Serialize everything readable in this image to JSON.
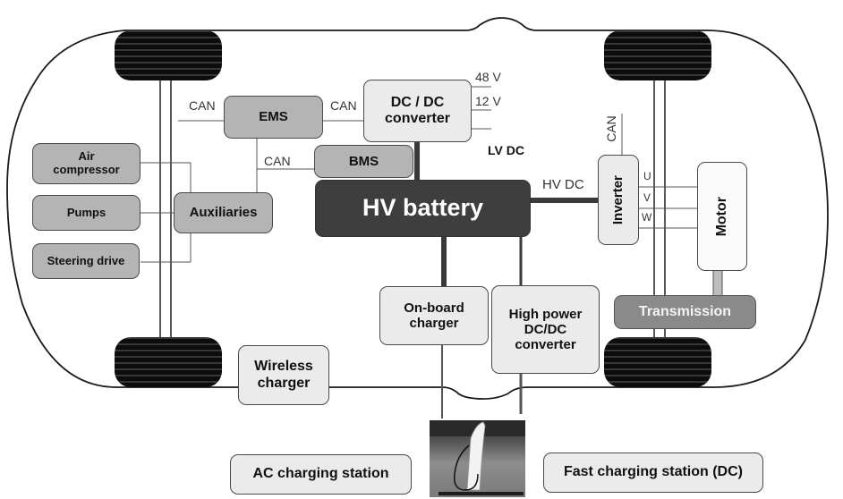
{
  "diagram": {
    "title": "Electric vehicle electrical architecture",
    "central": {
      "hv_battery": "HV battery"
    },
    "control_units": {
      "ems": "EMS",
      "bms": "BMS",
      "dcdc": [
        "DC / DC",
        "converter"
      ]
    },
    "auxiliaries": {
      "hub": "Auxiliaries",
      "items": [
        {
          "label": [
            "Air",
            "compressor"
          ]
        },
        {
          "label": [
            "Pumps"
          ]
        },
        {
          "label": [
            "Steering drive"
          ]
        }
      ]
    },
    "drivetrain": {
      "inverter": "Inverter",
      "motor": "Motor",
      "transmission": "Transmission",
      "phases": [
        "U",
        "V",
        "W"
      ]
    },
    "charging": {
      "onboard": [
        "On-board",
        "charger"
      ],
      "high_power": [
        "High power",
        "DC/DC",
        "converter"
      ],
      "wireless": [
        "Wireless",
        "charger"
      ],
      "ac_station": "AC charging station",
      "dc_station": "Fast charging station (DC)",
      "station_photo_icon": "charging-station-photo"
    },
    "bus_labels": {
      "can": "CAN",
      "hv_dc": "HV DC",
      "lv_dc": "LV DC",
      "v48": "48 V",
      "v12": "12 V"
    }
  }
}
